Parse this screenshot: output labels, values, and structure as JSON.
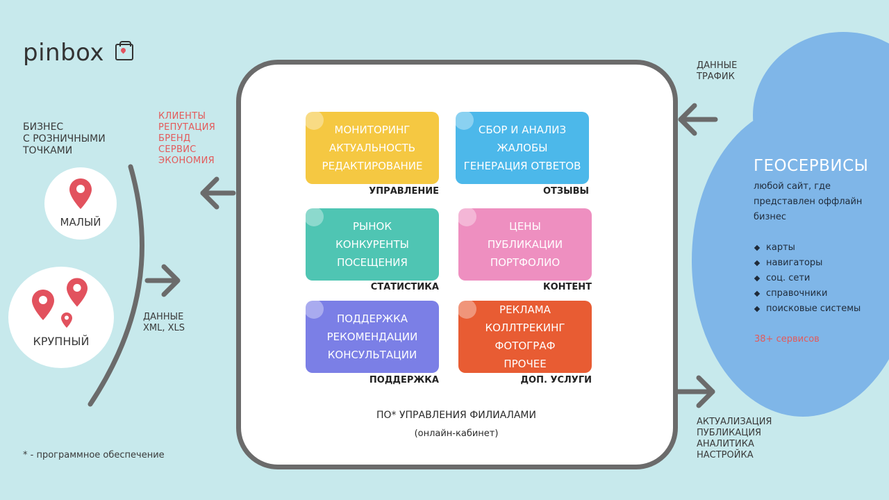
{
  "logo": {
    "text": "pinbox"
  },
  "left": {
    "heading": [
      "БИЗНЕС",
      "С РОЗНИЧНЫМИ",
      "ТОЧКАМИ"
    ],
    "small_label": "МАЛЫЙ",
    "large_label": "КРУПНЫЙ",
    "data_label": [
      "ДАННЫЕ",
      "XML, XLS"
    ],
    "footnote": "* - программное обеспечение"
  },
  "benefits": [
    "КЛИЕНТЫ",
    "РЕПУТАЦИЯ",
    "БРЕНД",
    "СЕРВИС",
    "ЭКОНОМИЯ"
  ],
  "hub": {
    "title": "ПО* УПРАВЛЕНИЯ ФИЛИАЛАМИ",
    "subtitle": "(онлайн-кабинет)",
    "cards": [
      {
        "lines": [
          "МОНИТОРИНГ",
          "АКТУАЛЬНОСТЬ",
          "РЕДАКТИРОВАНИЕ"
        ],
        "label": "УПРАВЛЕНИЕ",
        "color": "#f5c842"
      },
      {
        "lines": [
          "СБОР И АНАЛИЗ",
          "ЖАЛОБЫ",
          "ГЕНЕРАЦИЯ ОТВЕТОВ"
        ],
        "label": "ОТЗЫВЫ",
        "color": "#4cb8ea"
      },
      {
        "lines": [
          "РЫНОК",
          "КОНКУРЕНТЫ",
          "ПОСЕЩЕНИЯ"
        ],
        "label": "СТАТИСТИКА",
        "color": "#4fc5b3"
      },
      {
        "lines": [
          "ЦЕНЫ",
          "ПУБЛИКАЦИИ",
          "ПОРТФОЛИО"
        ],
        "label": "КОНТЕНТ",
        "color": "#ee8fc0"
      },
      {
        "lines": [
          "ПОДДЕРЖКА",
          "РЕКОМЕНДАЦИИ",
          "КОНСУЛЬТАЦИИ"
        ],
        "label": "ПОДДЕРЖКА",
        "color": "#7b7fe6"
      },
      {
        "lines": [
          "РЕКЛАМА",
          "КОЛЛТРЕКИНГ",
          "ФОТОГРАФ",
          "ПРОЧЕЕ"
        ],
        "label": "ДОП. УСЛУГИ",
        "color": "#e85c33"
      }
    ]
  },
  "right": {
    "top_label": [
      "ДАННЫЕ",
      "ТРАФИК"
    ],
    "bottom_label": [
      "АКТУАЛИЗАЦИЯ",
      "ПУБЛИКАЦИЯ",
      "АНАЛИТИКА",
      "НАСТРОЙКА"
    ],
    "geo_title": "ГЕОСЕРВИСЫ",
    "geo_desc": [
      "любой сайт, где",
      "представлен оффлайн",
      "бизнес"
    ],
    "geo_items": [
      "карты",
      "навигаторы",
      "соц. сети",
      "справочники",
      "поисковые системы"
    ],
    "geo_count": "38+ сервисов"
  },
  "colors": {
    "background": "#c7e9ec",
    "hub_border": "#6b6b6b",
    "accent_red": "#e35a5a",
    "cloud": "#7fb6e8",
    "arrow": "#6b6b6b"
  }
}
